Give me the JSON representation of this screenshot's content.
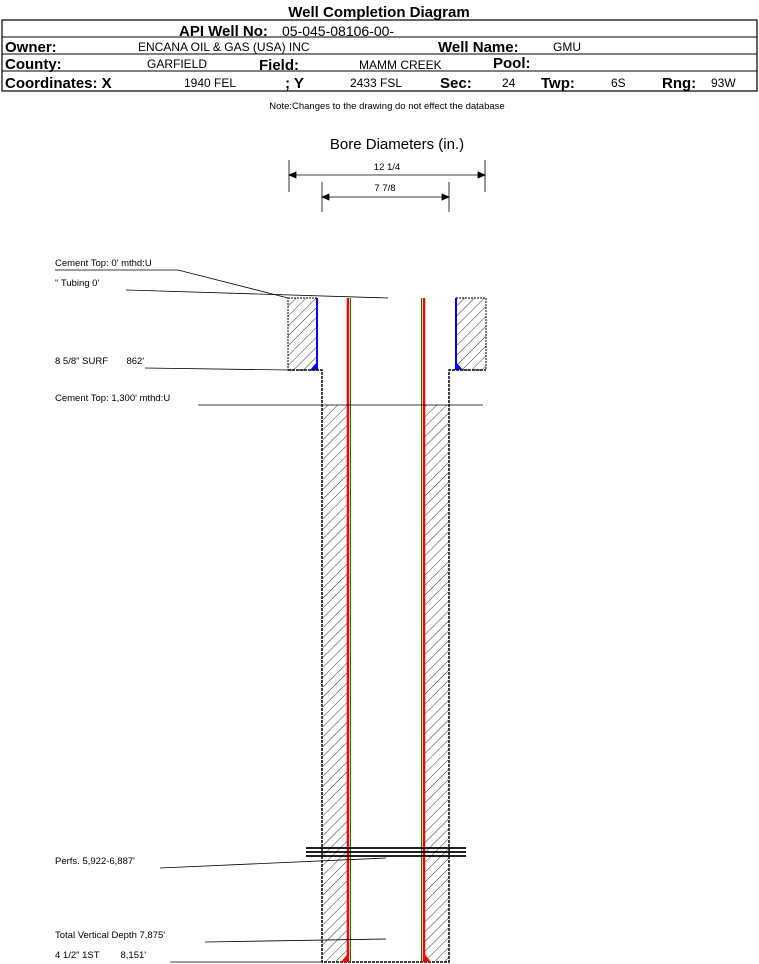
{
  "title": "Well Completion Diagram",
  "header": {
    "api_label": "API Well No:",
    "api_value": "05-045-08106-00-",
    "owner_label": "Owner:",
    "owner_value": "ENCANA OIL & GAS (USA) INC",
    "well_name_label": "Well Name:",
    "well_name_value": "GMU",
    "county_label": "County:",
    "county_value": "GARFIELD",
    "field_label": "Field:",
    "field_value": "MAMM CREEK",
    "pool_label": "Pool:",
    "coord_x_label": "Coordinates: X",
    "coord_x_value": "1940 FEL",
    "coord_y_label": "; Y",
    "coord_y_value": "2433 FSL",
    "sec_label": "Sec:",
    "sec_value": "24",
    "twp_label": "Twp:",
    "twp_value": "6S",
    "rng_label": "Rng:",
    "rng_value": "93W"
  },
  "note": "Note:Changes to the drawing do not effect the database",
  "bore": {
    "title": "Bore Diameters (in.)",
    "outer": "12 1/4",
    "inner": "7 7/8"
  },
  "labels": {
    "cement_top_surface": "Cement Top: 0' mthd:U",
    "tubing": "\" Tubing 0'",
    "surface_casing": "8 5/8\" SURF       862'",
    "cement_top_prod": "Cement Top: 1,300' mthd:U",
    "perfs": "Perfs. 5,922-6,887'",
    "tvd": "Total Vertical Depth 7,875'",
    "prod_casing": "4 1/2\" 1ST        8,151'"
  },
  "colors": {
    "casing": "#ff0000",
    "liner": "#008000",
    "cement": "#0000ff"
  }
}
